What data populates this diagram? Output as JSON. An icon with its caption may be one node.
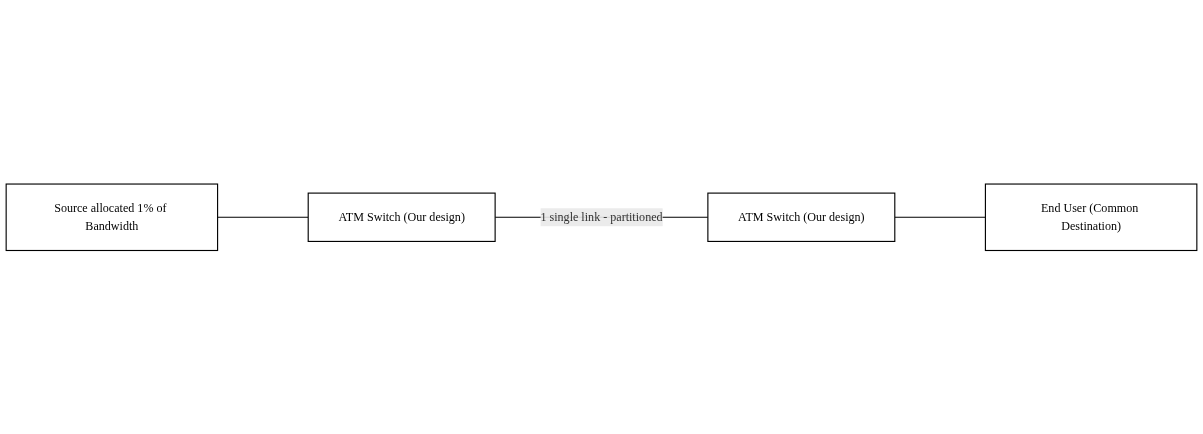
{
  "diagram": {
    "nodes": [
      {
        "text": [
          "Source allocated 1% of Bandwidth"
        ]
      },
      {
        "text": [
          "ATM Switch (Our design)"
        ]
      },
      {
        "text": [
          "ATM Switch (Our design)"
        ]
      },
      {
        "text": [
          "End User (Common Destination)"
        ]
      }
    ],
    "edges": [
      {
        "from": 0,
        "to": 1,
        "arrow": "none"
      },
      {
        "from": 1,
        "to": 2,
        "arrow": "none",
        "label": "1 single link - partitioned"
      },
      {
        "from": 2,
        "to": 3,
        "arrow": "none"
      }
    ]
  }
}
